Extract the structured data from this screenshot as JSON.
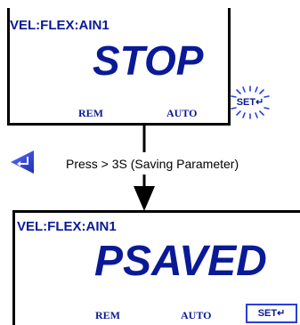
{
  "top_display": {
    "mode": "VEL:FLEX:AIN1",
    "status": "STOP",
    "label_left": "REM",
    "label_right": "AUTO"
  },
  "set_key_top": {
    "label": "SET",
    "enter_glyph": "↵",
    "icon": "set-key-blinking-icon"
  },
  "enter_key": {
    "icon": "enter-key-icon",
    "color": "#2a3fd6"
  },
  "instruction": "Press > 3S (Saving Parameter)",
  "bottom_display": {
    "mode": "VEL:FLEX:AIN1",
    "status": "PSAVED",
    "label_left": "REM",
    "label_right": "AUTO"
  },
  "set_key_bottom": {
    "label": "SET",
    "enter_glyph": "↵",
    "icon": "set-key-icon"
  },
  "colors": {
    "text_blue": "#0a1a96",
    "key_blue": "#2a3fd6",
    "outline": "#000000"
  }
}
